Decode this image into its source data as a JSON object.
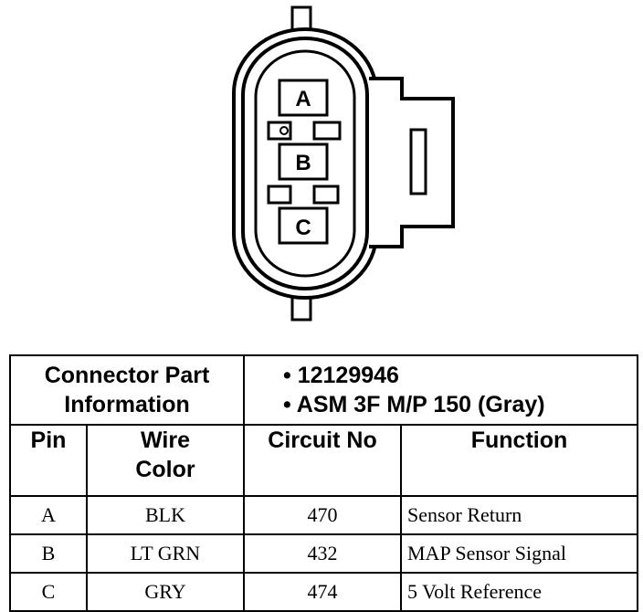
{
  "connector": {
    "pins": [
      "A",
      "B",
      "C"
    ]
  },
  "table": {
    "part_label_line1": "Connector Part",
    "part_label_line2": "Information",
    "part_number": "• 12129946",
    "part_desc": "• ASM 3F M/P 150 (Gray)",
    "headers": {
      "pin": "Pin",
      "wire_line1": "Wire",
      "wire_line2": "Color",
      "circuit": "Circuit No",
      "function": "Function"
    },
    "rows": [
      {
        "pin": "A",
        "wire": "BLK",
        "circuit": "470",
        "function": "Sensor Return"
      },
      {
        "pin": "B",
        "wire": "LT GRN",
        "circuit": "432",
        "function": "MAP Sensor Signal"
      },
      {
        "pin": "C",
        "wire": "GRY",
        "circuit": "474",
        "function": "5 Volt Reference"
      }
    ]
  }
}
